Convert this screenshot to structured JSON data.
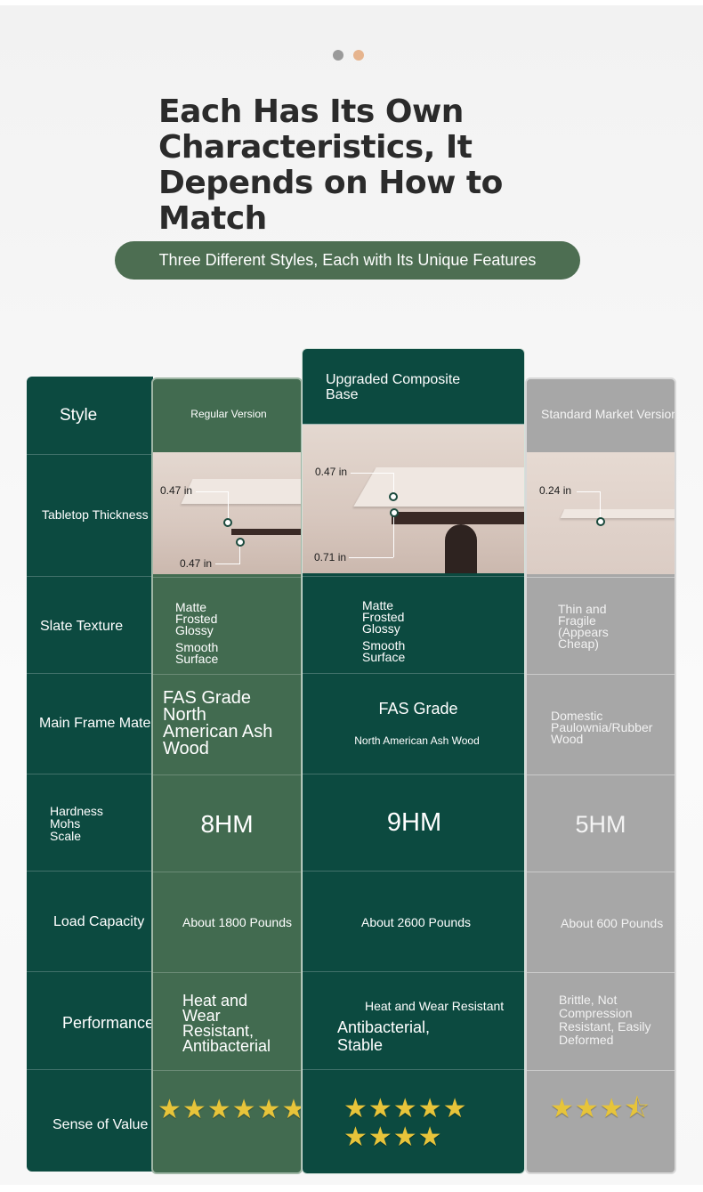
{
  "carousel": {
    "dots": [
      {
        "color": "#9a9a9a"
      },
      {
        "color": "#e6b48e"
      }
    ]
  },
  "headline": "Each Has Its Own Characteristics, It Depends on How to Match",
  "subtitle": "Three Different Styles, Each with Its Unique Features",
  "colors": {
    "dark_green": "#0c4a40",
    "mid_green": "#426b50",
    "gray": "#a7a7a7",
    "star": "#e7c43a"
  },
  "rows": {
    "style": "Style",
    "tabletop": "Tabletop Thickness",
    "slate": "Slate Texture",
    "frame": "Main Frame Material",
    "hardness": [
      "Hardness",
      "Mohs",
      "Scale"
    ],
    "load": "Load Capacity",
    "performance": "Performance",
    "value": "Sense of Value"
  },
  "regular": {
    "name": "Regular Version",
    "thickness": {
      "top": "0.47 in",
      "bottom": "0.47 in"
    },
    "slate": [
      "Matte",
      "Frosted",
      "Glossy",
      "Smooth",
      "Surface"
    ],
    "frame": [
      "FAS Grade",
      "North",
      "American Ash",
      "Wood"
    ],
    "hardness": "8HM",
    "load": "About 1800 Pounds",
    "performance": [
      "Heat and",
      "Wear",
      "Resistant,",
      "Antibacterial"
    ],
    "stars": "★★★★★★",
    "rating": 6
  },
  "upgraded": {
    "name": [
      "Upgraded Composite",
      "Base"
    ],
    "thickness": {
      "top": "0.47 in",
      "bottom": "0.71 in"
    },
    "slate": [
      "Matte",
      "Frosted",
      "Glossy",
      "Smooth",
      "Surface"
    ],
    "frame_title": "FAS Grade",
    "frame_sub": "North American Ash Wood",
    "hardness": "9HM",
    "load": "About 2600 Pounds",
    "performance_1": "Heat and Wear Resistant",
    "performance_2": [
      "Antibacterial,",
      "Stable"
    ],
    "stars_row1": "★★★★★",
    "stars_row2": "★★★★",
    "rating": 9
  },
  "standard": {
    "name": "Standard Market Version",
    "thickness": {
      "top": "0.24 in"
    },
    "slate": [
      "Thin and",
      "Fragile",
      "(Appears",
      "Cheap)"
    ],
    "frame": [
      "Domestic",
      "Paulownia/Rubber",
      "Wood"
    ],
    "hardness": "5HM",
    "load": "About 600 Pounds",
    "performance": [
      "Brittle, Not",
      "Compression",
      "Resistant, Easily",
      "Deformed"
    ],
    "stars": "★★★⯪",
    "rating": 3.5
  }
}
